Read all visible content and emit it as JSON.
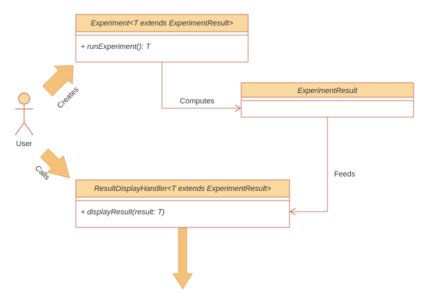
{
  "classes": {
    "experiment": {
      "title": "Experiment<T extends ExperimentResult>",
      "member": "+ runExperiment(): T"
    },
    "experiment_result": {
      "title": "ExperimentResult"
    },
    "result_display_handler": {
      "title": "ResultDisplayHandler<T extends ExperimentResult>",
      "member": "+ displayResult(result: T)"
    }
  },
  "actor": {
    "label": "User"
  },
  "edges": {
    "creates": "Creates",
    "calls": "Calls",
    "computes": "Computes",
    "feeds": "Feeds"
  },
  "colors": {
    "header_fill": "#fad9a0",
    "box_stroke": "#c8775e",
    "edge": "#c8775e",
    "arrow_fill": "#f5c07a",
    "actor_fill": "#fad9a0",
    "text": "#333333"
  }
}
